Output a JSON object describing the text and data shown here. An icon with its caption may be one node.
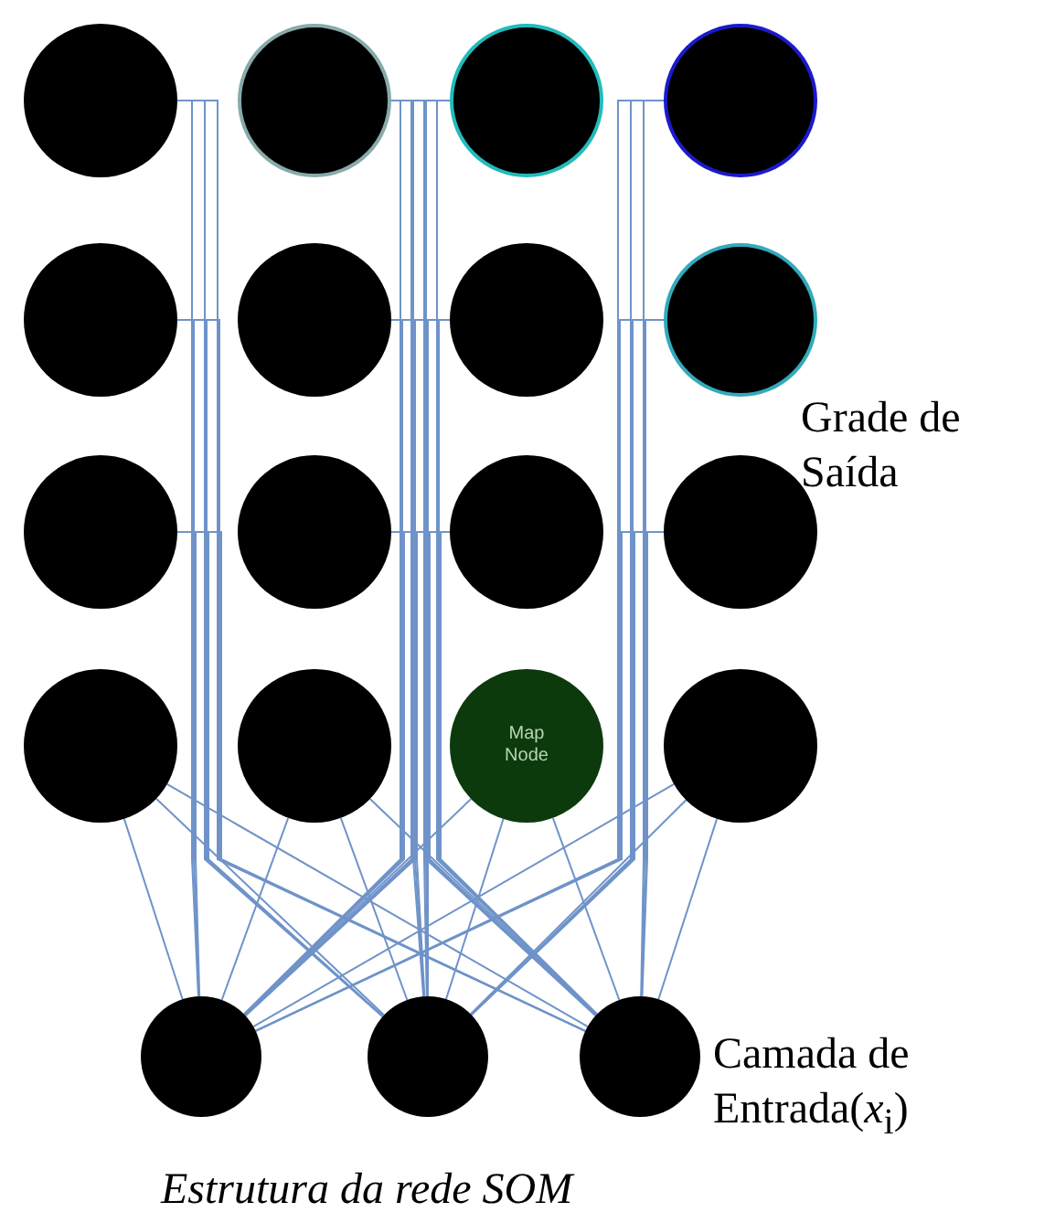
{
  "diagram": {
    "caption": "Estrutura da rede SOM",
    "nodes": [
      {
        "text": [],
        "shape": "circle"
      },
      {
        "text": [],
        "shape": "circle"
      },
      {
        "text": [],
        "shape": "circle"
      },
      {
        "text": [],
        "shape": "circle"
      },
      {
        "text": [],
        "shape": "circle"
      },
      {
        "text": [],
        "shape": "circle"
      },
      {
        "text": [],
        "shape": "circle"
      },
      {
        "text": [],
        "shape": "circle"
      },
      {
        "text": [],
        "shape": "circle"
      },
      {
        "text": [],
        "shape": "circle"
      },
      {
        "text": [],
        "shape": "circle"
      },
      {
        "text": [],
        "shape": "circle"
      },
      {
        "text": [],
        "shape": "circle"
      },
      {
        "text": [],
        "shape": "circle"
      },
      {
        "text": [
          "Map Node"
        ]
      },
      {
        "text": [],
        "shape": "circle"
      },
      {
        "text": [],
        "shape": "circle"
      },
      {
        "text": [],
        "shape": "circle"
      },
      {
        "text": [],
        "shape": "circle"
      }
    ],
    "edges": [
      {
        "from": 16,
        "to": 0,
        "arrow": "none"
      },
      {
        "from": 16,
        "to": 1,
        "arrow": "none"
      },
      {
        "from": 16,
        "to": 2,
        "arrow": "none"
      },
      {
        "from": 16,
        "to": 3,
        "arrow": "none"
      },
      {
        "from": 16,
        "to": 4,
        "arrow": "none"
      },
      {
        "from": 16,
        "to": 5,
        "arrow": "none"
      },
      {
        "from": 16,
        "to": 6,
        "arrow": "none"
      },
      {
        "from": 16,
        "to": 7,
        "arrow": "none"
      },
      {
        "from": 16,
        "to": 8,
        "arrow": "none"
      },
      {
        "from": 16,
        "to": 9,
        "arrow": "none"
      },
      {
        "from": 16,
        "to": 10,
        "arrow": "none"
      },
      {
        "from": 16,
        "to": 11,
        "arrow": "none"
      },
      {
        "from": 16,
        "to": 12,
        "arrow": "none"
      },
      {
        "from": 16,
        "to": 13,
        "arrow": "none"
      },
      {
        "from": 16,
        "to": 14,
        "arrow": "none"
      },
      {
        "from": 16,
        "to": 15,
        "arrow": "none"
      },
      {
        "from": 17,
        "to": 0,
        "arrow": "none"
      },
      {
        "from": 17,
        "to": 1,
        "arrow": "none"
      },
      {
        "from": 17,
        "to": 2,
        "arrow": "none"
      },
      {
        "from": 17,
        "to": 3,
        "arrow": "none"
      },
      {
        "from": 17,
        "to": 4,
        "arrow": "none"
      },
      {
        "from": 17,
        "to": 5,
        "arrow": "none"
      },
      {
        "from": 17,
        "to": 6,
        "arrow": "none"
      },
      {
        "from": 17,
        "to": 7,
        "arrow": "none"
      },
      {
        "from": 17,
        "to": 8,
        "arrow": "none"
      },
      {
        "from": 17,
        "to": 9,
        "arrow": "none"
      },
      {
        "from": 17,
        "to": 10,
        "arrow": "none"
      },
      {
        "from": 17,
        "to": 11,
        "arrow": "none"
      },
      {
        "from": 17,
        "to": 12,
        "arrow": "none"
      },
      {
        "from": 17,
        "to": 13,
        "arrow": "none"
      },
      {
        "from": 17,
        "to": 14,
        "arrow": "none"
      },
      {
        "from": 17,
        "to": 15,
        "arrow": "none"
      },
      {
        "from": 18,
        "to": 0,
        "arrow": "none"
      },
      {
        "from": 18,
        "to": 1,
        "arrow": "none"
      },
      {
        "from": 18,
        "to": 2,
        "arrow": "none"
      },
      {
        "from": 18,
        "to": 3,
        "arrow": "none"
      },
      {
        "from": 18,
        "to": 4,
        "arrow": "none"
      },
      {
        "from": 18,
        "to": 5,
        "arrow": "none"
      },
      {
        "from": 18,
        "to": 6,
        "arrow": "none"
      },
      {
        "from": 18,
        "to": 7,
        "arrow": "none"
      },
      {
        "from": 18,
        "to": 8,
        "arrow": "none"
      },
      {
        "from": 18,
        "to": 9,
        "arrow": "none"
      },
      {
        "from": 18,
        "to": 10,
        "arrow": "none"
      },
      {
        "from": 18,
        "to": 11,
        "arrow": "none"
      },
      {
        "from": 18,
        "to": 12,
        "arrow": "none"
      },
      {
        "from": 18,
        "to": 13,
        "arrow": "none"
      },
      {
        "from": 18,
        "to": 14,
        "arrow": "none"
      },
      {
        "from": 18,
        "to": 15,
        "arrow": "none"
      }
    ],
    "labels": [
      "Grade de Saída",
      "Camada de Entrada(*x*$_{i}$)"
    ]
  }
}
